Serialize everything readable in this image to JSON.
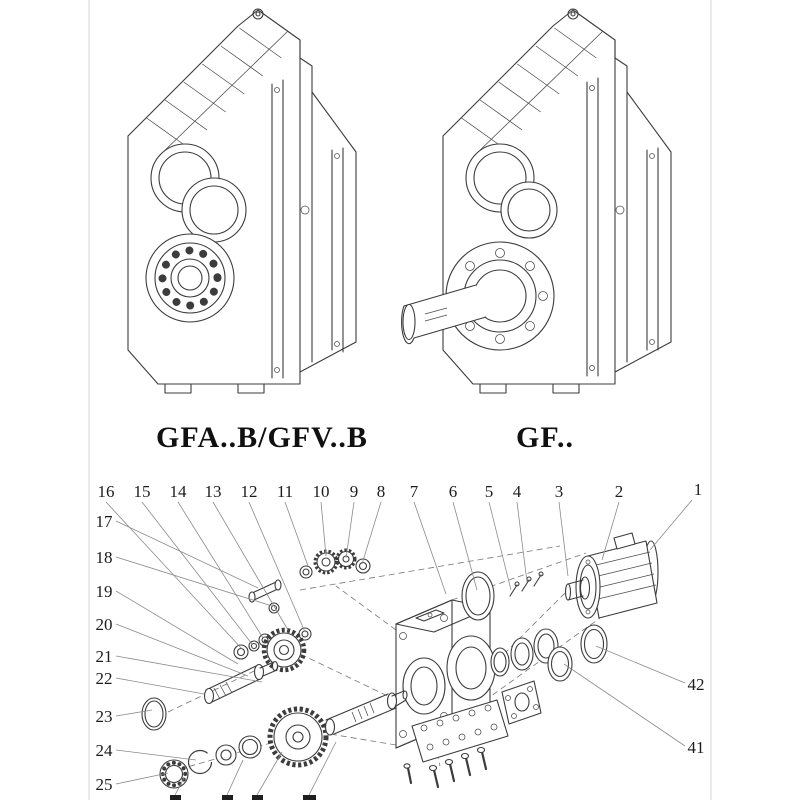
{
  "models": {
    "left_label": "GFA..B/GFV..B",
    "right_label": "GF.."
  },
  "callouts": {
    "top_row": [
      "16",
      "15",
      "14",
      "13",
      "12",
      "11",
      "10",
      "9",
      "8",
      "7",
      "6",
      "5",
      "4",
      "3",
      "2",
      "1"
    ],
    "left_column": [
      "17",
      "18",
      "19",
      "20",
      "21",
      "22",
      "23",
      "24",
      "25"
    ],
    "right_column": [
      "42",
      "41"
    ]
  },
  "colors": {
    "line": "#3c3c3c",
    "leader": "#8a8a8a",
    "text": "#1c1c1c",
    "background": "#ffffff"
  }
}
